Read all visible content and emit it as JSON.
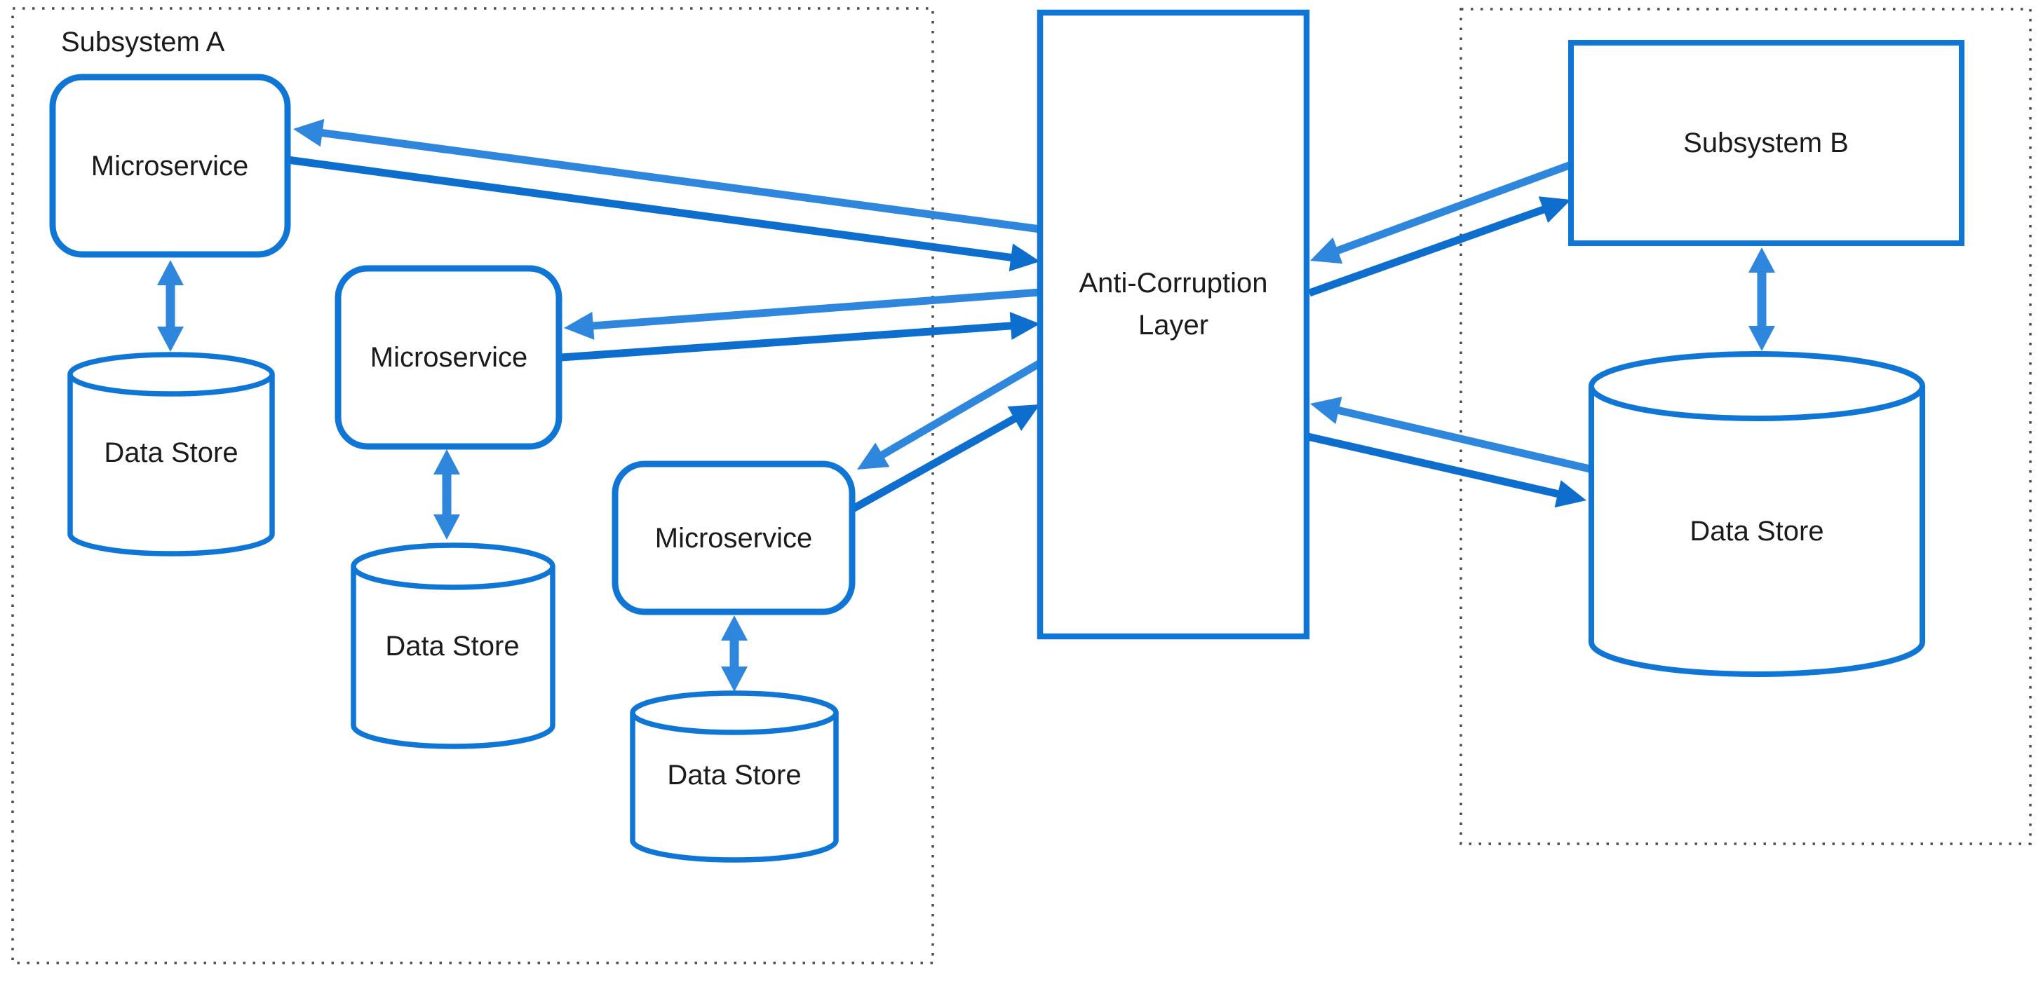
{
  "diagram": {
    "colors": {
      "light_arrow": "#2f87dd",
      "dark_arrow": "#0e6ecd",
      "shape_border": "#1076d5",
      "shape_fill": "#ffffff",
      "container_border": "#4c4c4c",
      "label_text": "#1b1b1b",
      "background": "#ffffff"
    },
    "containers": [
      {
        "id": "subsystem-a",
        "label": "Subsystem A"
      },
      {
        "id": "subsystem-b-zone",
        "label": ""
      }
    ],
    "nodes": [
      {
        "id": "microservice-1",
        "shape": "rounded-rect",
        "label": "Microservice",
        "container": "subsystem-a"
      },
      {
        "id": "data-store-1",
        "shape": "cylinder",
        "label": "Data Store",
        "container": "subsystem-a"
      },
      {
        "id": "microservice-2",
        "shape": "rounded-rect",
        "label": "Microservice",
        "container": "subsystem-a"
      },
      {
        "id": "data-store-2",
        "shape": "cylinder",
        "label": "Data Store",
        "container": "subsystem-a"
      },
      {
        "id": "microservice-3",
        "shape": "rounded-rect",
        "label": "Microservice",
        "container": "subsystem-a"
      },
      {
        "id": "data-store-3",
        "shape": "cylinder",
        "label": "Data Store",
        "container": "subsystem-a"
      },
      {
        "id": "anti-corruption-layer",
        "shape": "rect",
        "label": "Anti-Corruption Layer",
        "label_lines": [
          "Anti-Corruption",
          "Layer"
        ],
        "container": null
      },
      {
        "id": "subsystem-b",
        "shape": "rect",
        "label": "Subsystem B",
        "container": "subsystem-b-zone"
      },
      {
        "id": "data-store-b",
        "shape": "cylinder",
        "label": "Data Store",
        "container": "subsystem-b-zone"
      }
    ],
    "connections": [
      {
        "from": "anti-corruption-layer",
        "to": "microservice-1",
        "style": "light",
        "arrowheads": "to"
      },
      {
        "from": "microservice-1",
        "to": "anti-corruption-layer",
        "style": "dark",
        "arrowheads": "to"
      },
      {
        "from": "anti-corruption-layer",
        "to": "microservice-2",
        "style": "light",
        "arrowheads": "to"
      },
      {
        "from": "microservice-2",
        "to": "anti-corruption-layer",
        "style": "dark",
        "arrowheads": "to"
      },
      {
        "from": "anti-corruption-layer",
        "to": "microservice-3",
        "style": "light",
        "arrowheads": "to"
      },
      {
        "from": "microservice-3",
        "to": "anti-corruption-layer",
        "style": "dark",
        "arrowheads": "to"
      },
      {
        "from": "subsystem-b",
        "to": "anti-corruption-layer",
        "style": "light",
        "arrowheads": "to"
      },
      {
        "from": "anti-corruption-layer",
        "to": "subsystem-b",
        "style": "dark",
        "arrowheads": "to"
      },
      {
        "from": "data-store-b",
        "to": "anti-corruption-layer",
        "style": "light",
        "arrowheads": "to"
      },
      {
        "from": "anti-corruption-layer",
        "to": "data-store-b",
        "style": "dark",
        "arrowheads": "to"
      },
      {
        "from": "microservice-1",
        "to": "data-store-1",
        "style": "double",
        "arrowheads": "both"
      },
      {
        "from": "microservice-2",
        "to": "data-store-2",
        "style": "double",
        "arrowheads": "both"
      },
      {
        "from": "microservice-3",
        "to": "data-store-3",
        "style": "double",
        "arrowheads": "both"
      },
      {
        "from": "subsystem-b",
        "to": "data-store-b",
        "style": "double",
        "arrowheads": "both"
      }
    ]
  }
}
